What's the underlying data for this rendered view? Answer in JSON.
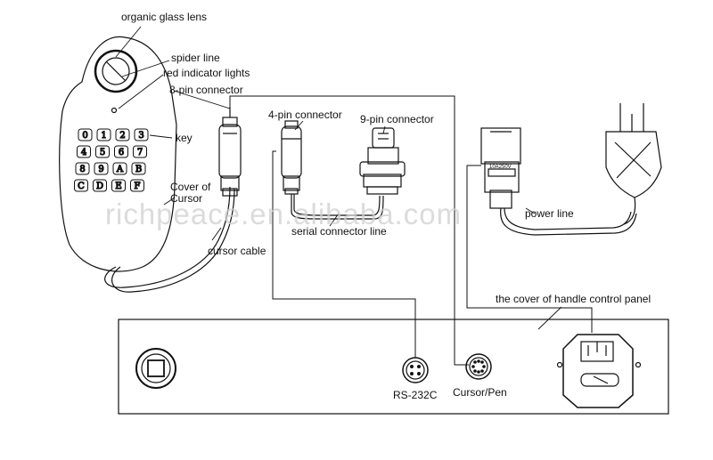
{
  "labels": {
    "organic_glass_lens": "organic glass lens",
    "spider_line": "spider line",
    "red_indicator_lights": "red indicator lights",
    "eight_pin_connector": "8-pin connector",
    "key": "key",
    "cover_of_cursor": "Cover of Cursor",
    "cursor_cable": "cursor cable",
    "four_pin_connector": "4-pin connector",
    "nine_pin_connector": "9-pin connector",
    "serial_connector_line": "serial connector line",
    "power_line": "power line",
    "handle_cover": "the cover of handle control panel",
    "rs232c": "RS-232C",
    "cursor_pen": "Cursor/Pen",
    "plug_rating": "10A250V"
  },
  "keypad": [
    "0",
    "1",
    "2",
    "3",
    "4",
    "5",
    "6",
    "7",
    "8",
    "9",
    "A",
    "B",
    "C",
    "D",
    "E",
    "F"
  ],
  "watermark": "richpeace.en.alibaba.com"
}
